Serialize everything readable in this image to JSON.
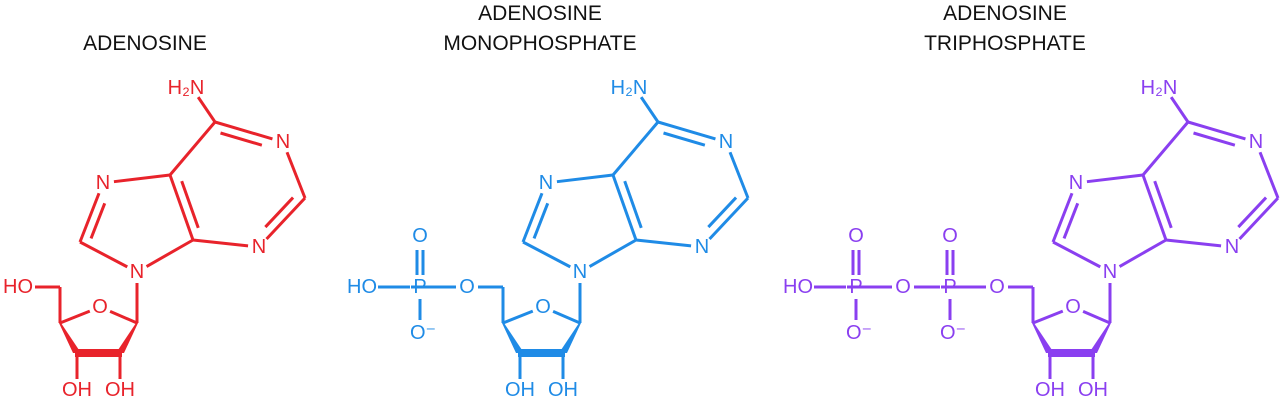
{
  "molecules": [
    {
      "title_lines": [
        "ADENOSINE"
      ],
      "color": "#e8232b",
      "atoms": {
        "amine": "H₂N",
        "N1": "N",
        "N3": "N",
        "N7": "N",
        "N9": "N",
        "O4": "O",
        "O5": "HO",
        "O3": "OH",
        "O2": "OH"
      },
      "phosphates": []
    },
    {
      "title_lines": [
        "ADENOSINE",
        "MONOPHOSPHATE"
      ],
      "color": "#1f8be6",
      "atoms": {
        "amine": "H₂N",
        "N1": "N",
        "N3": "N",
        "N7": "N",
        "N9": "N",
        "O4": "O",
        "O5": "O",
        "O3": "OH",
        "O2": "OH"
      },
      "phosphates": [
        {
          "P": "P",
          "oxo": "O",
          "anion": "O⁻",
          "link": "HO"
        }
      ]
    },
    {
      "title_lines": [
        "ADENOSINE",
        "TRIPHOSPHATE"
      ],
      "color": "#8a3ff0",
      "atoms": {
        "amine": "H₂N",
        "N1": "N",
        "N3": "N",
        "N7": "N",
        "N9": "N",
        "O4": "O",
        "O5": "O",
        "O3": "OH",
        "O2": "OH"
      },
      "phosphates": [
        {
          "P": "P",
          "oxo": "O",
          "anion": "O⁻",
          "link": "O"
        },
        {
          "P": "P",
          "oxo": "O",
          "anion": "O⁻",
          "link": "HO"
        }
      ]
    }
  ]
}
